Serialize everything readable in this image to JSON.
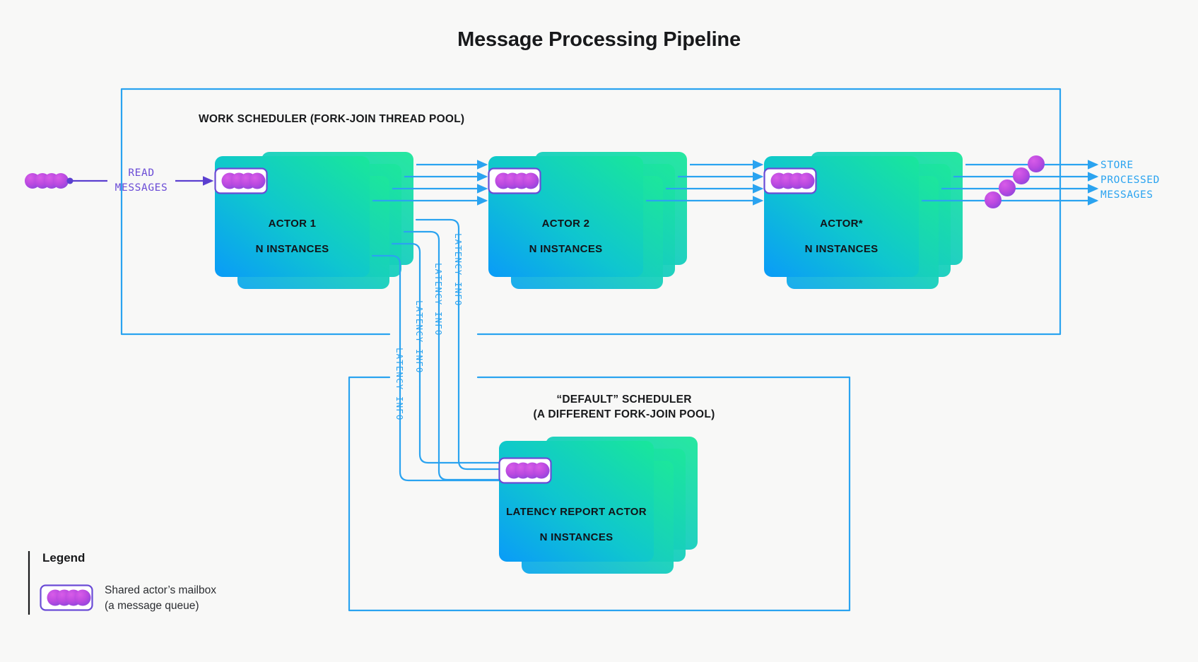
{
  "page": {
    "title": "Message Processing Pipeline",
    "background": "#f8f8f7"
  },
  "colors": {
    "blue": "#2aa3f0",
    "purple": "#6a4bd6",
    "card_gradient_from": "#0aa2f7",
    "card_gradient_to": "#18e39a",
    "circle_from": "#c84ee0",
    "circle_to": "#9b4bdf",
    "text": "#18191b"
  },
  "work_scheduler": {
    "label": "WORK SCHEDULER (FORK-JOIN THREAD POOL)",
    "actors": [
      {
        "name": "ACTOR 1",
        "instances": "N INSTANCES"
      },
      {
        "name": "ACTOR 2",
        "instances": "N INSTANCES"
      },
      {
        "name": "ACTOR*",
        "instances": "N INSTANCES"
      }
    ]
  },
  "default_scheduler": {
    "label_line1": "“DEFAULT” SCHEDULER",
    "label_line2": "(A DIFFERENT FORK-JOIN POOL)",
    "actor": {
      "name": "LATENCY REPORT ACTOR",
      "instances": "N INSTANCES"
    }
  },
  "input": {
    "label_line1": "READ",
    "label_line2": "MESSAGES"
  },
  "output": {
    "label_line1": "STORE",
    "label_line2": "PROCESSED",
    "label_line3": "MESSAGES"
  },
  "latency_labels": [
    "LATENCY INFO",
    "LATENCY INFO",
    "LATENCY INFO",
    "LATENCY INFO"
  ],
  "legend": {
    "title": "Legend",
    "item_line1": "Shared actor’s mailbox",
    "item_line2": "(a message queue)"
  }
}
